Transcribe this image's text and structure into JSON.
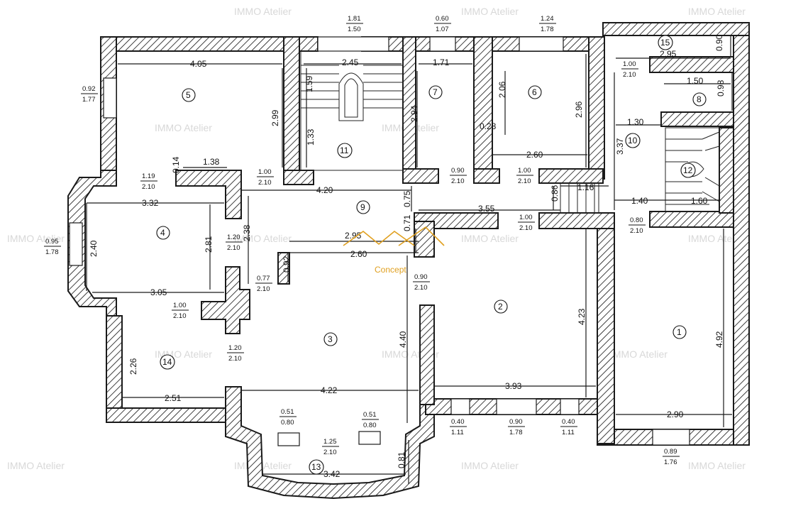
{
  "watermark": "IMMO Atelier",
  "logo": {
    "text": "Concept",
    "color": "#e0a020"
  },
  "rooms": [
    "1",
    "2",
    "3",
    "4",
    "5",
    "6",
    "7",
    "8",
    "9",
    "10",
    "11",
    "12",
    "13",
    "14",
    "15"
  ],
  "dimensions": [
    "4.05",
    "2.45",
    "1.71",
    "2.99",
    "1.59",
    "1.33",
    "2.94",
    "2.06",
    "0.28",
    "2.96",
    "2.60",
    "2.95",
    "0.90",
    "1.50",
    "0.98",
    "1.30",
    "3.37",
    "1.38",
    "0.14",
    "4.20",
    "0.75",
    "3.32",
    "2.40",
    "2.81",
    "2.38",
    "3.55",
    "0.86",
    "1.16",
    "1.40",
    "1.60",
    "2.95",
    "2.60",
    "0.71",
    "0.92",
    "3.05",
    "4.23",
    "4.92",
    "4.40",
    "2.26",
    "2.51",
    "4.22",
    "3.93",
    "2.90",
    "3.42",
    "0.81"
  ],
  "openings": [
    {
      "top": "1.81",
      "bottom": "1.50"
    },
    {
      "top": "0.60",
      "bottom": "1.07"
    },
    {
      "top": "1.24",
      "bottom": "1.78"
    },
    {
      "top": "0.92",
      "bottom": "1.77"
    },
    {
      "top": "1.00",
      "bottom": "2.10"
    },
    {
      "top": "1.19",
      "bottom": "2.10"
    },
    {
      "top": "1.00",
      "bottom": "2.10"
    },
    {
      "top": "0.90",
      "bottom": "2.10"
    },
    {
      "top": "1.00",
      "bottom": "2.10"
    },
    {
      "top": "0.95",
      "bottom": "1.78"
    },
    {
      "top": "1.20",
      "bottom": "2.10"
    },
    {
      "top": "1.00",
      "bottom": "2.10"
    },
    {
      "top": "0.80",
      "bottom": "2.10"
    },
    {
      "top": "0.77",
      "bottom": "2.10"
    },
    {
      "top": "0.90",
      "bottom": "2.10"
    },
    {
      "top": "1.00",
      "bottom": "2.10"
    },
    {
      "top": "1.20",
      "bottom": "2.10"
    },
    {
      "top": "0.51",
      "bottom": "0.80"
    },
    {
      "top": "0.51",
      "bottom": "0.80"
    },
    {
      "top": "0.40",
      "bottom": "1.11"
    },
    {
      "top": "0.90",
      "bottom": "1.78"
    },
    {
      "top": "0.40",
      "bottom": "1.11"
    },
    {
      "top": "1.25",
      "bottom": "2.10"
    },
    {
      "top": "0.89",
      "bottom": "1.76"
    }
  ]
}
